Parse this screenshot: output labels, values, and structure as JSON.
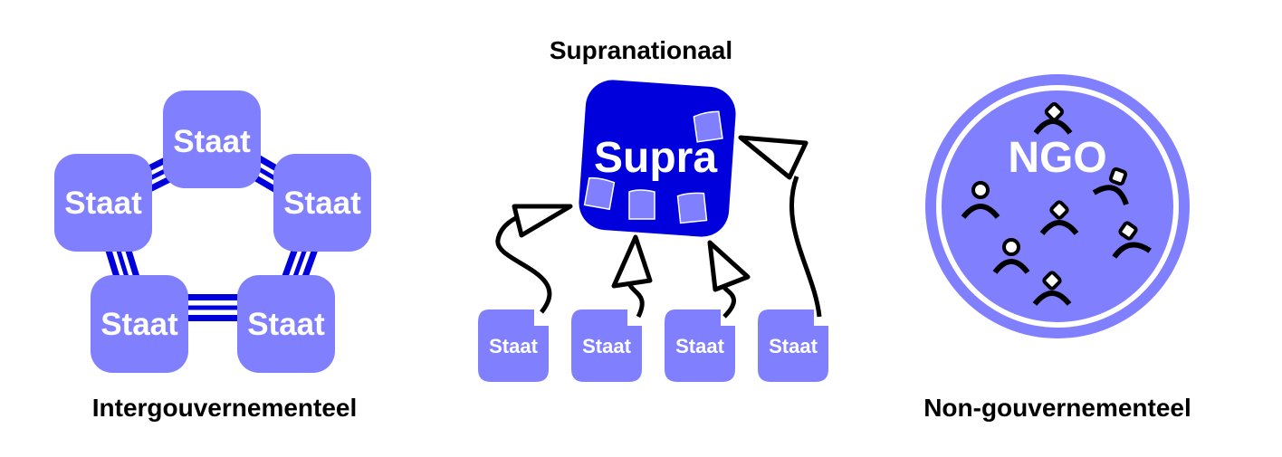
{
  "colors": {
    "light": "#8080ff",
    "dark": "#0000dd",
    "ink": "#000000",
    "paper": "#ffffff"
  },
  "captions": {
    "intergovernmental": "Intergouvernementeel",
    "supranational": "Supranationaal",
    "nongovernmental": "Non-gouvernementeel"
  },
  "intergovernmental": {
    "states": [
      "Staat",
      "Staat",
      "Staat",
      "Staat",
      "Staat"
    ]
  },
  "supranational": {
    "body_label": "Supra",
    "states": [
      "Staat",
      "Staat",
      "Staat",
      "Staat"
    ]
  },
  "nongovernmental": {
    "label": "NGO"
  }
}
